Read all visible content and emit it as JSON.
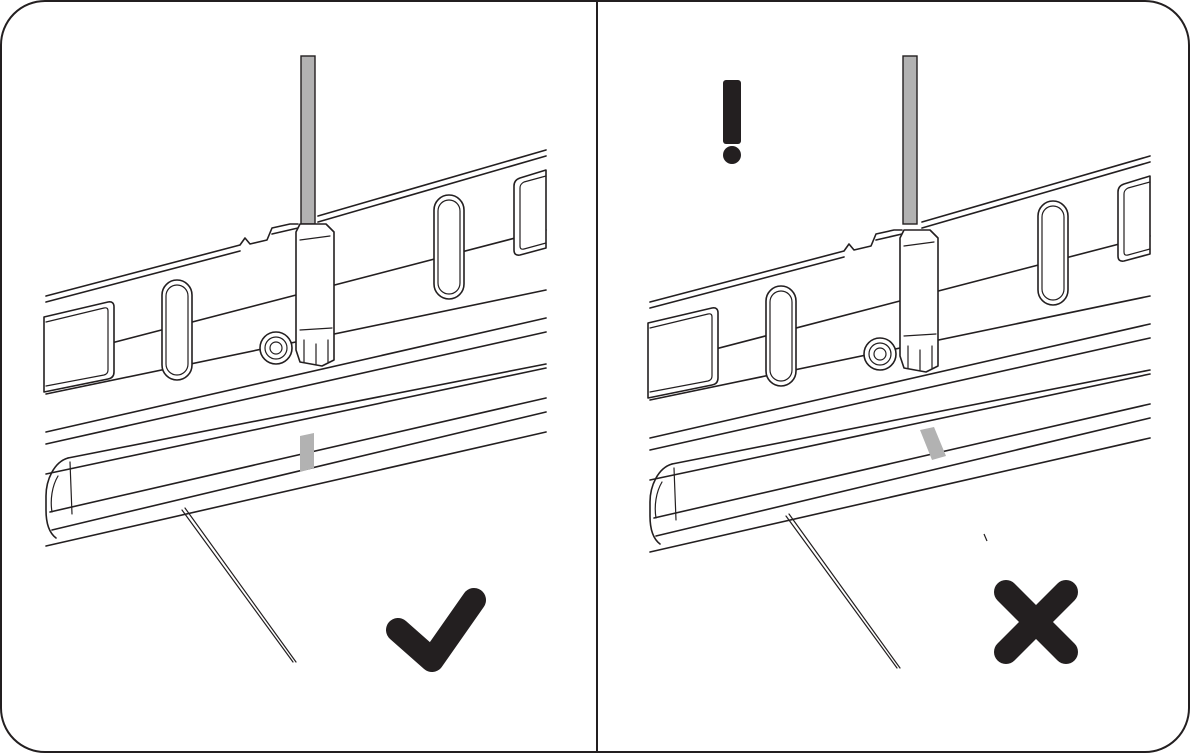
{
  "figure": {
    "panels": [
      {
        "id": "correct",
        "verdict": "correct",
        "mark_icon": "check-mark-icon",
        "warning_icon": ""
      },
      {
        "id": "incorrect",
        "verdict": "incorrect",
        "mark_icon": "cross-mark-icon",
        "warning_icon": "exclamation-warning-icon"
      }
    ],
    "colors": {
      "line": "#231f20",
      "level_line": "#b2b2b2",
      "background": "#ffffff"
    }
  }
}
